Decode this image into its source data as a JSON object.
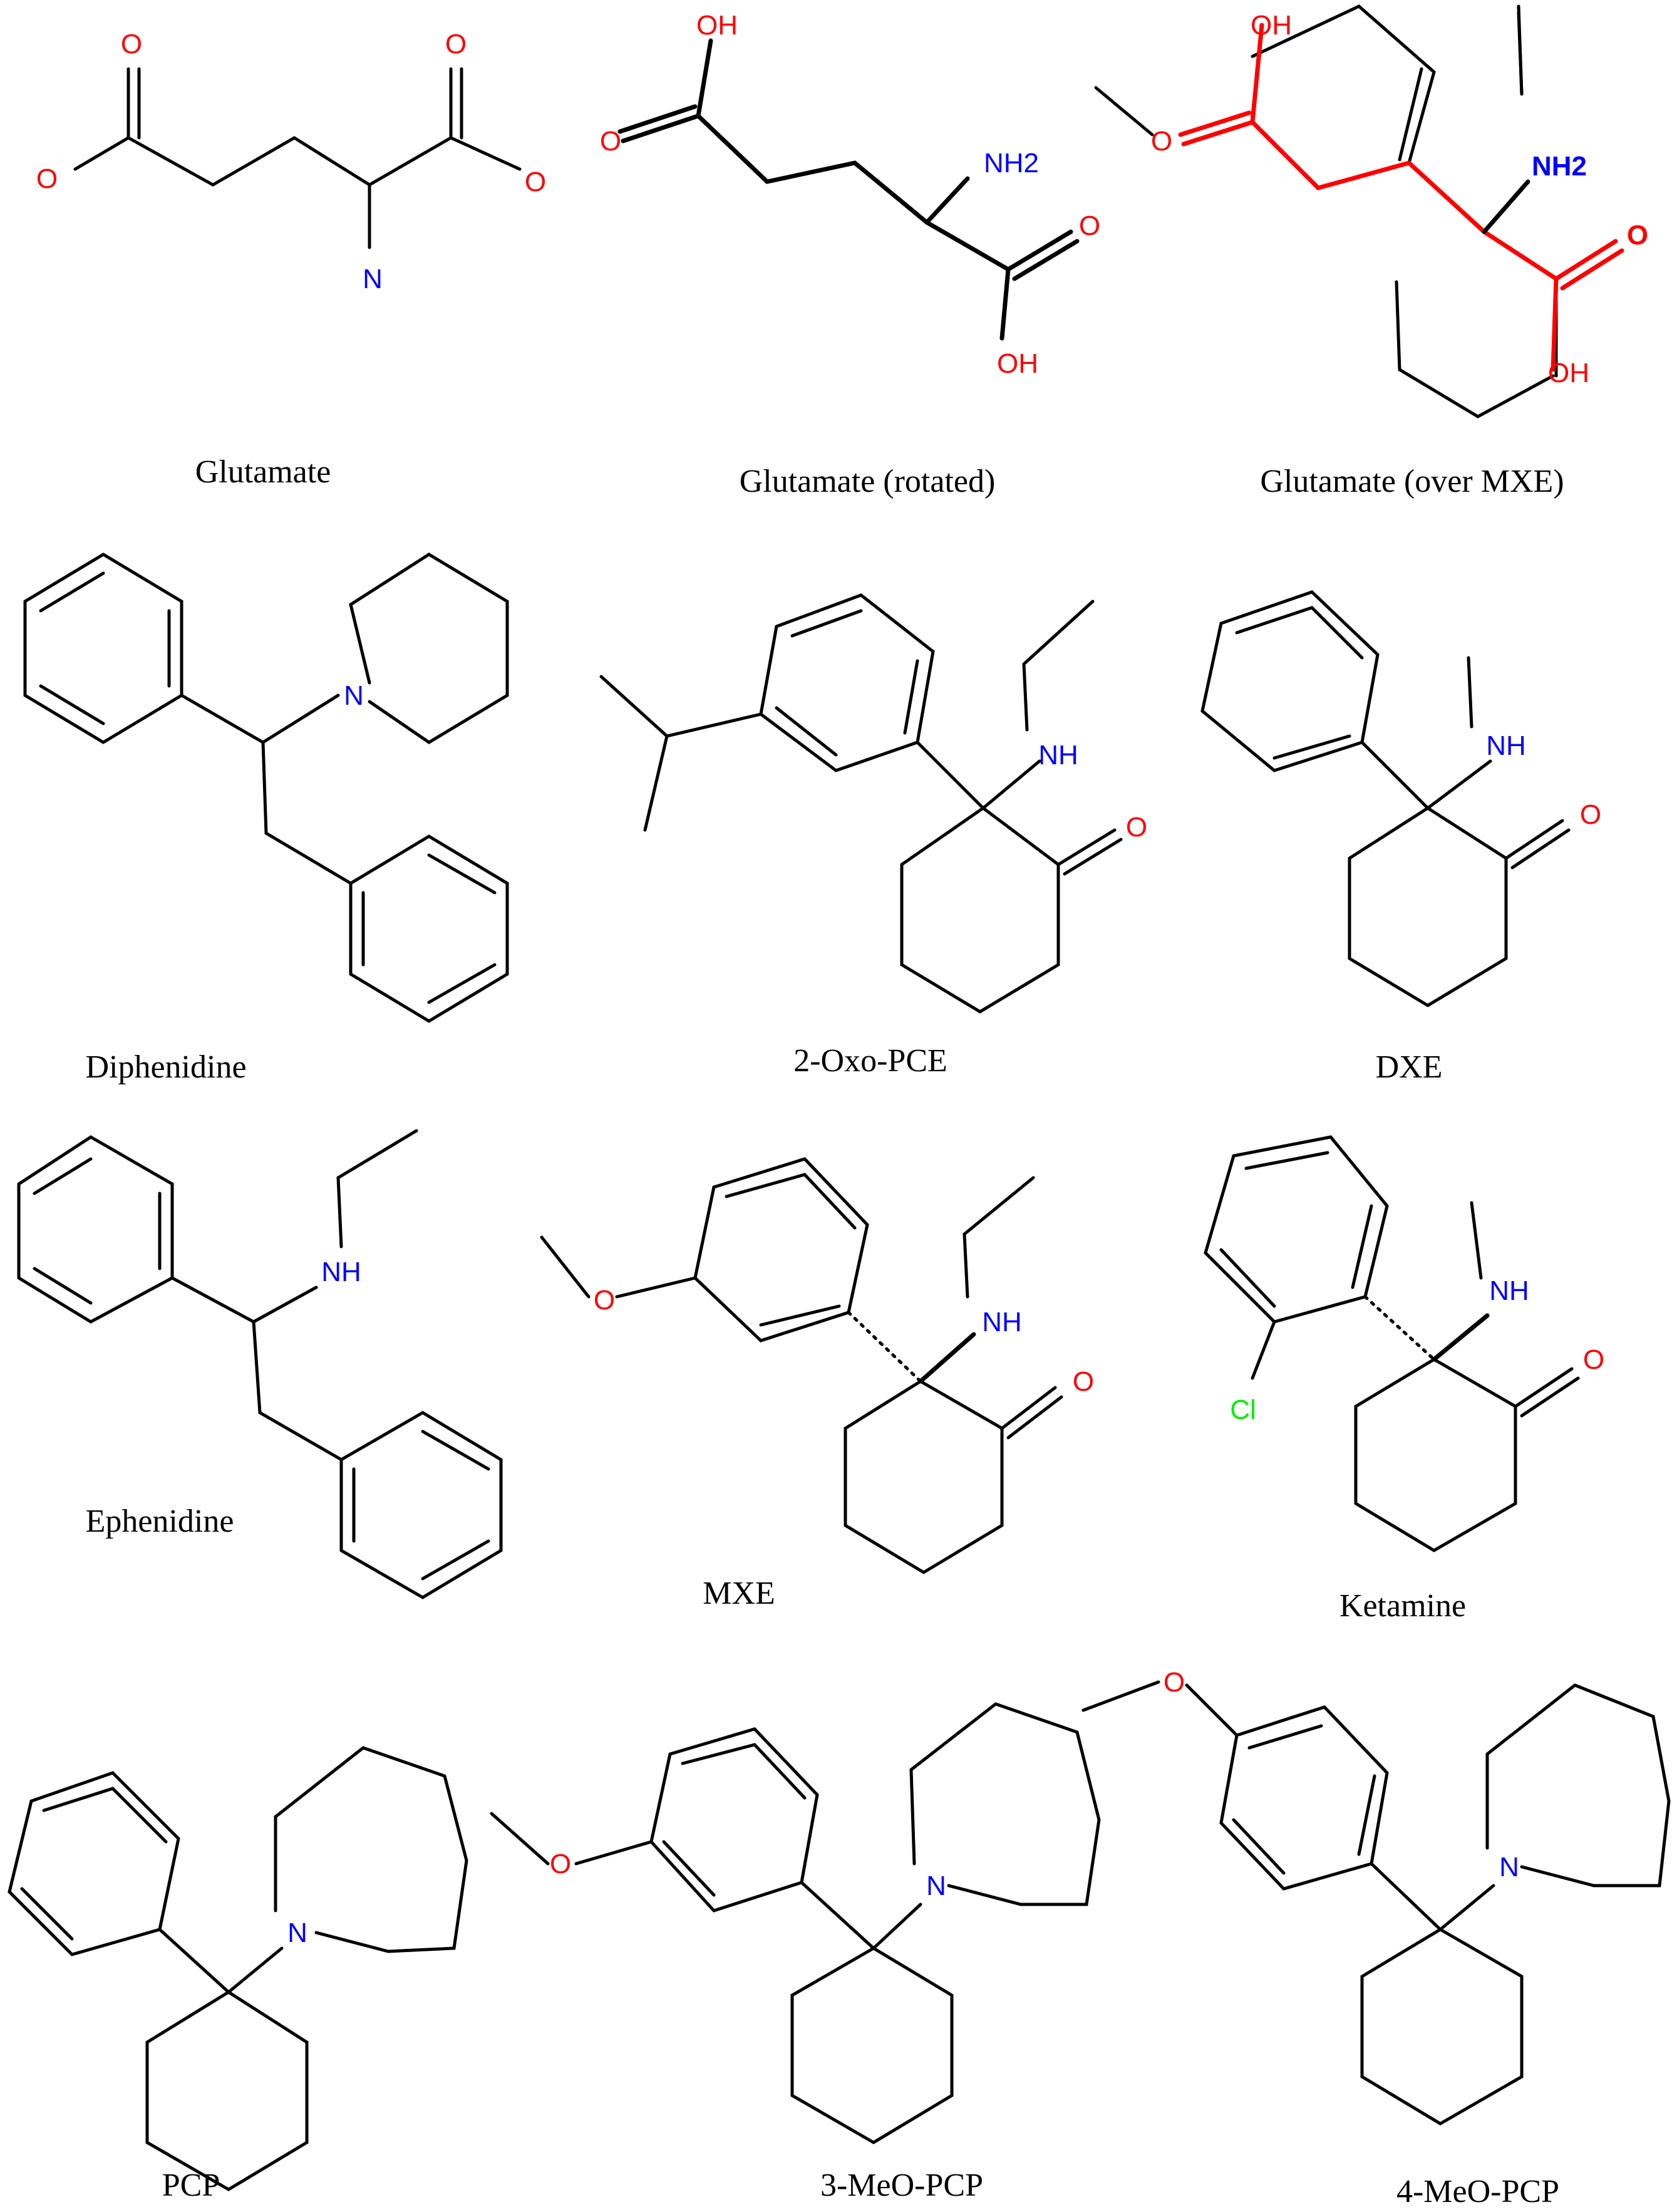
{
  "colors": {
    "bond": "#000000",
    "oxygen": "#ff0000",
    "nitrogen": "#0000ff",
    "chlorine": "#00ee00",
    "highlight": "#ff0000"
  },
  "molecules": [
    {
      "name": "Glutamate",
      "atoms": [
        "O",
        "O",
        "O",
        "O",
        "N"
      ]
    },
    {
      "name": "Glutamate (rotated)",
      "atoms": [
        "OH",
        "O",
        "NH2",
        "O",
        "OH"
      ]
    },
    {
      "name": "Glutamate (over MXE)",
      "atoms": [
        "OH",
        "O",
        "NH2",
        "O",
        "OH"
      ]
    },
    {
      "name": "Diphenidine",
      "atoms": [
        "N"
      ]
    },
    {
      "name": "2-Oxo-PCE",
      "atoms": [
        "NH",
        "O"
      ]
    },
    {
      "name": "DXE",
      "atoms": [
        "NH",
        "O"
      ]
    },
    {
      "name": "Ephenidine",
      "atoms": [
        "NH"
      ]
    },
    {
      "name": "MXE",
      "atoms": [
        "O",
        "NH",
        "O"
      ]
    },
    {
      "name": "Ketamine",
      "atoms": [
        "NH",
        "O",
        "Cl"
      ]
    },
    {
      "name": "PCP",
      "atoms": [
        "N"
      ]
    },
    {
      "name": "3-MeO-PCP",
      "atoms": [
        "O",
        "N"
      ]
    },
    {
      "name": "4-MeO-PCP",
      "atoms": [
        "O",
        "N"
      ]
    }
  ]
}
